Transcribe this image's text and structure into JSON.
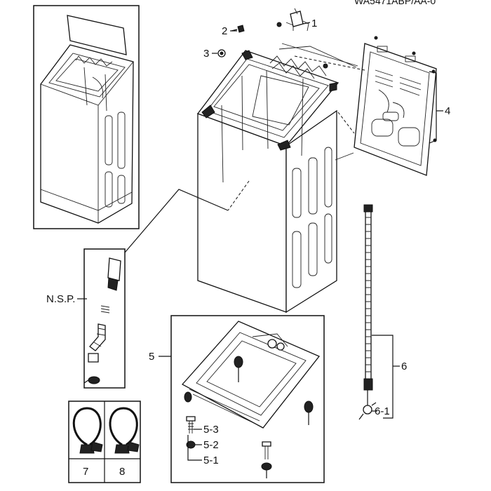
{
  "diagram": {
    "header_text": "WA5471ABP/AA-0",
    "labels": {
      "p1": "1",
      "p2": "2",
      "p3": "3",
      "p4": "4",
      "p5": "5",
      "p5_1": "5-1",
      "p5_2": "5-2",
      "p5_3": "5-3",
      "p6": "6",
      "p6_1": "6-1",
      "p7": "7",
      "p8": "8",
      "nsp": "N.S.P."
    }
  }
}
